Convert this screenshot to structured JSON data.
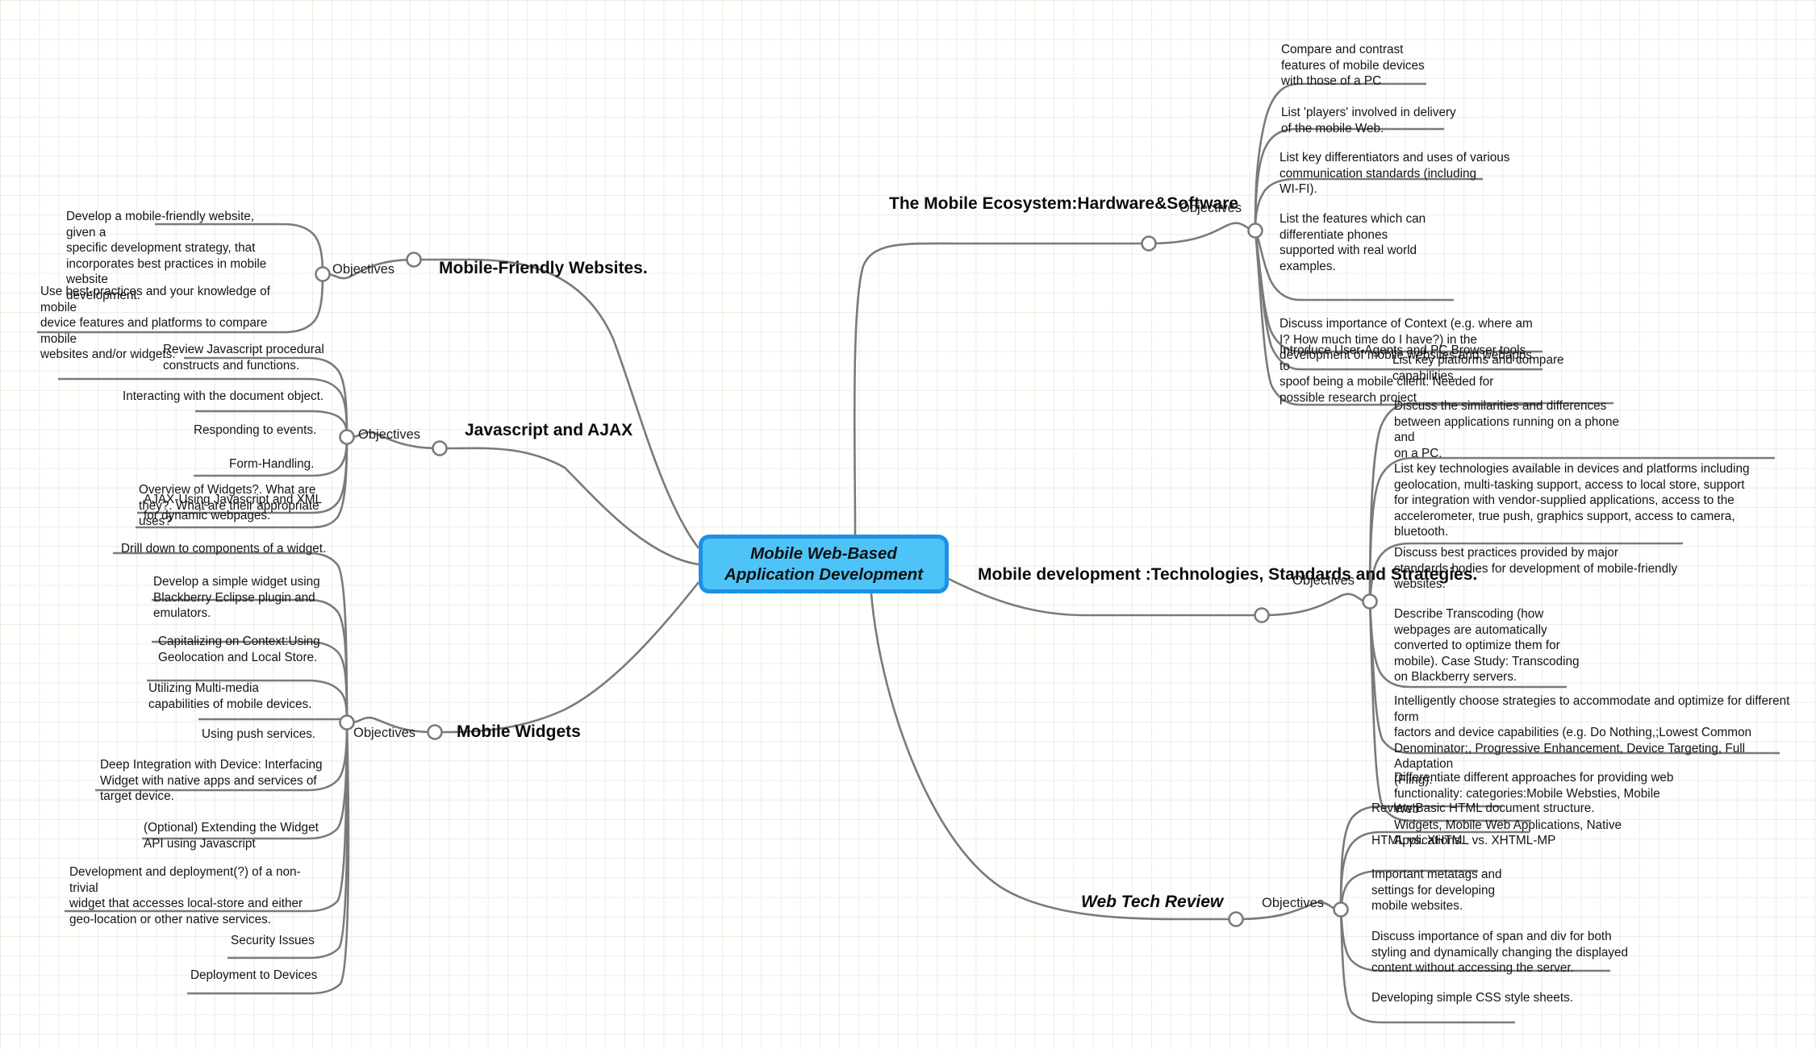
{
  "root": {
    "label": "Mobile Web-Based Application Development",
    "fill_color": "#4ec3f7",
    "border_color": "#1e90e8"
  },
  "connector_label": "Objectives",
  "branches": [
    {
      "id": "mobile-ecosystem",
      "label": "The Mobile Ecosystem:Hardware&Software",
      "objectives_label": "Objectives",
      "leaves": [
        "Compare and contrast\nfeatures of mobile devices\nwith those of a PC",
        "List 'players' involved in delivery\nof the mobile Web.",
        "List key differentiators and uses of various\ncommunication standards (including\nWI-FI).",
        "List the features which can\ndifferentiate phones\nsupported  with real world\nexamples.",
        "Discuss importance of Context (e.g. where am\nI? How much time do I have?) in the\ndevelopment of mobile websites and webapps.",
        "Introduce User-Agents and PC Browser tools to\nspoof being a mobile client. Needed for\npossible research project",
        "List key platforms and compare\ncapabilities."
      ]
    },
    {
      "id": "mobile-development",
      "label": "Mobile development :Technologies, Standards and Strategies.",
      "objectives_label": "Objectives",
      "leaves": [
        "Discuss the similarities and differences\nbetween applications running on a phone and\non a PC.",
        "List key technologies available in devices and platforms including\ngeolocation, multi-tasking support, access to local store, support\nfor integration with vendor-supplied applications, access to the\naccelerometer, true push, graphics support, access to camera,\nbluetooth.",
        "Discuss best practices provided by major\nstandards bodies for development of mobile-friendly\nwebsites.",
        "Describe Transcoding (how\nwebpages are automatically\nconverted to optimize them for\nmobile).  Case Study: Transcoding\non Blackberry servers.",
        "Intelligently choose strategies to accommodate and optimize for  different form\nfactors and device capabilities (e.g. Do Nothing,;Lowest Common\nDenominator;, Progressive Enhancement, Device Targeting, Full Adaptation\n(Fling).",
        "Differentiate different approaches for providing web\nfunctionality: categories:Mobile Websties, Mobile Web\nWidgets, Mobile Web Applications, Native\nApplications."
      ]
    },
    {
      "id": "web-tech-review",
      "label": "Web Tech Review",
      "objectives_label": "Objectives",
      "leaves": [
        "Review Basic HTML document structure.",
        "HTML vs. XHTML vs. XHTML-MP",
        "Important metatags and\nsettings for developing\nmobile websites.",
        "Discuss importance of span and div for both\nstyling and dynamically changing the displayed\ncontent without accessing the server.",
        "Developing simple CSS style sheets."
      ]
    },
    {
      "id": "mobile-friendly-websites",
      "label": "Mobile-Friendly Websites.",
      "objectives_label": "Objectives",
      "leaves": [
        "Develop a mobile-friendly website, given a\nspecific development strategy, that\nincorporates best practices in mobile website\ndevelopment.",
        "Use best-practices and your knowledge of mobile\ndevice features and platforms to compare mobile\nwebsites and/or widgets."
      ]
    },
    {
      "id": "javascript-and-ajax",
      "label": "Javascript and AJAX",
      "objectives_label": "Objectives",
      "leaves": [
        "Review Javascript procedural\nconstructs and functions.",
        "Interacting with the document object.",
        "Responding to events.",
        "Form-Handling.",
        "AJAX-Using Javascript and XML\nfor dynamic webpages.",
        "Overview of Widgets?. What are\nthey?. What are their appropriate\nuses?"
      ]
    },
    {
      "id": "mobile-widgets",
      "label": "Mobile Widgets",
      "objectives_label": "Objectives",
      "leaves": [
        "Drill down to components of a widget.",
        "Develop a simple widget using\nBlackberry Eclipse plugin and\nemulators.",
        "Capitalizing on Context:Using\nGeolocation and Local Store.",
        "Utilizing Multi-media\ncapabilities of  mobile devices.",
        "Using push services.",
        "Deep Integration with Device: Interfacing\nWidget with native apps and services of\ntarget device.",
        "(Optional) Extending the Widget\nAPI using Javascript",
        "Development and deployment(?) of a non-trivial\nwidget that accesses local-store and either\ngeo-location or other native services.",
        "Security Issues",
        "Deployment to Devices"
      ]
    }
  ]
}
